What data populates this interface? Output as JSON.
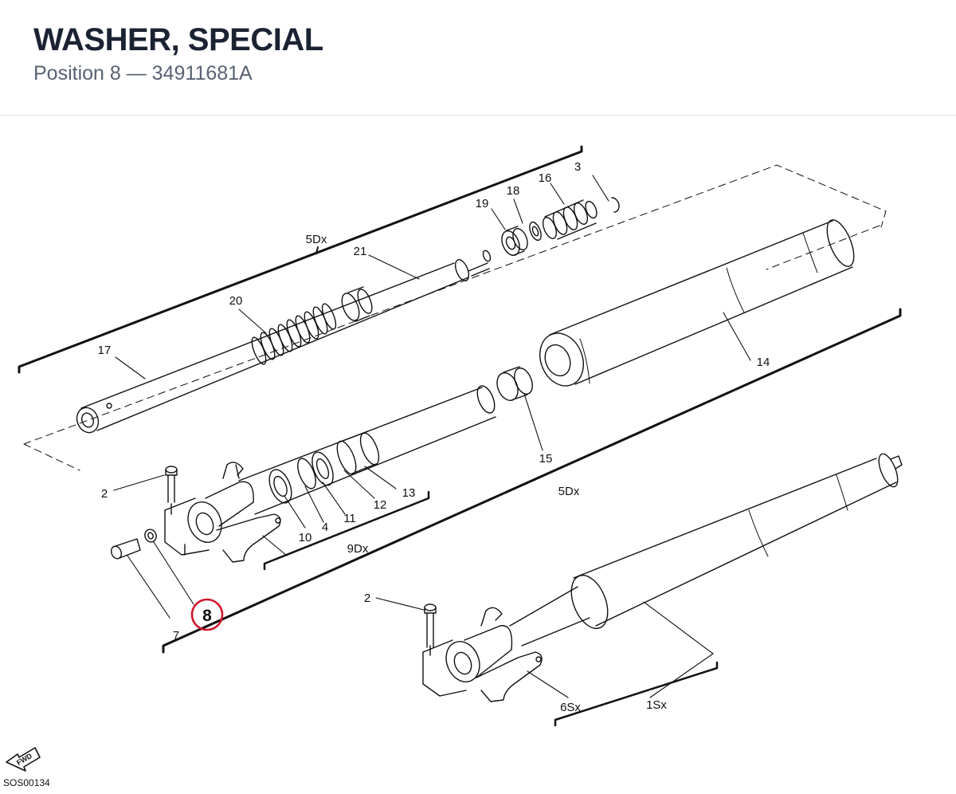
{
  "header": {
    "title": "WASHER, SPECIAL",
    "subtitle": "Position 8 — 34911681A"
  },
  "diagram": {
    "drawing_code": "SOS00134",
    "fwd_label": "FWD",
    "highlight_color": "#d0182c",
    "callouts": {
      "c3": "3",
      "c16": "16",
      "c18": "18",
      "c19": "19",
      "c21": "21",
      "c5dx_top": "5Dx",
      "c20": "20",
      "c17": "17",
      "c14": "14",
      "c15": "15",
      "c5dx_mid": "5Dx",
      "c13": "13",
      "c12": "12",
      "c11": "11",
      "c4": "4",
      "c10": "10",
      "c9dx": "9Dx",
      "c2_left": "2",
      "c7": "7",
      "c8": "8",
      "c2_lower": "2",
      "c6sx": "6Sx",
      "c1sx": "1Sx"
    }
  }
}
